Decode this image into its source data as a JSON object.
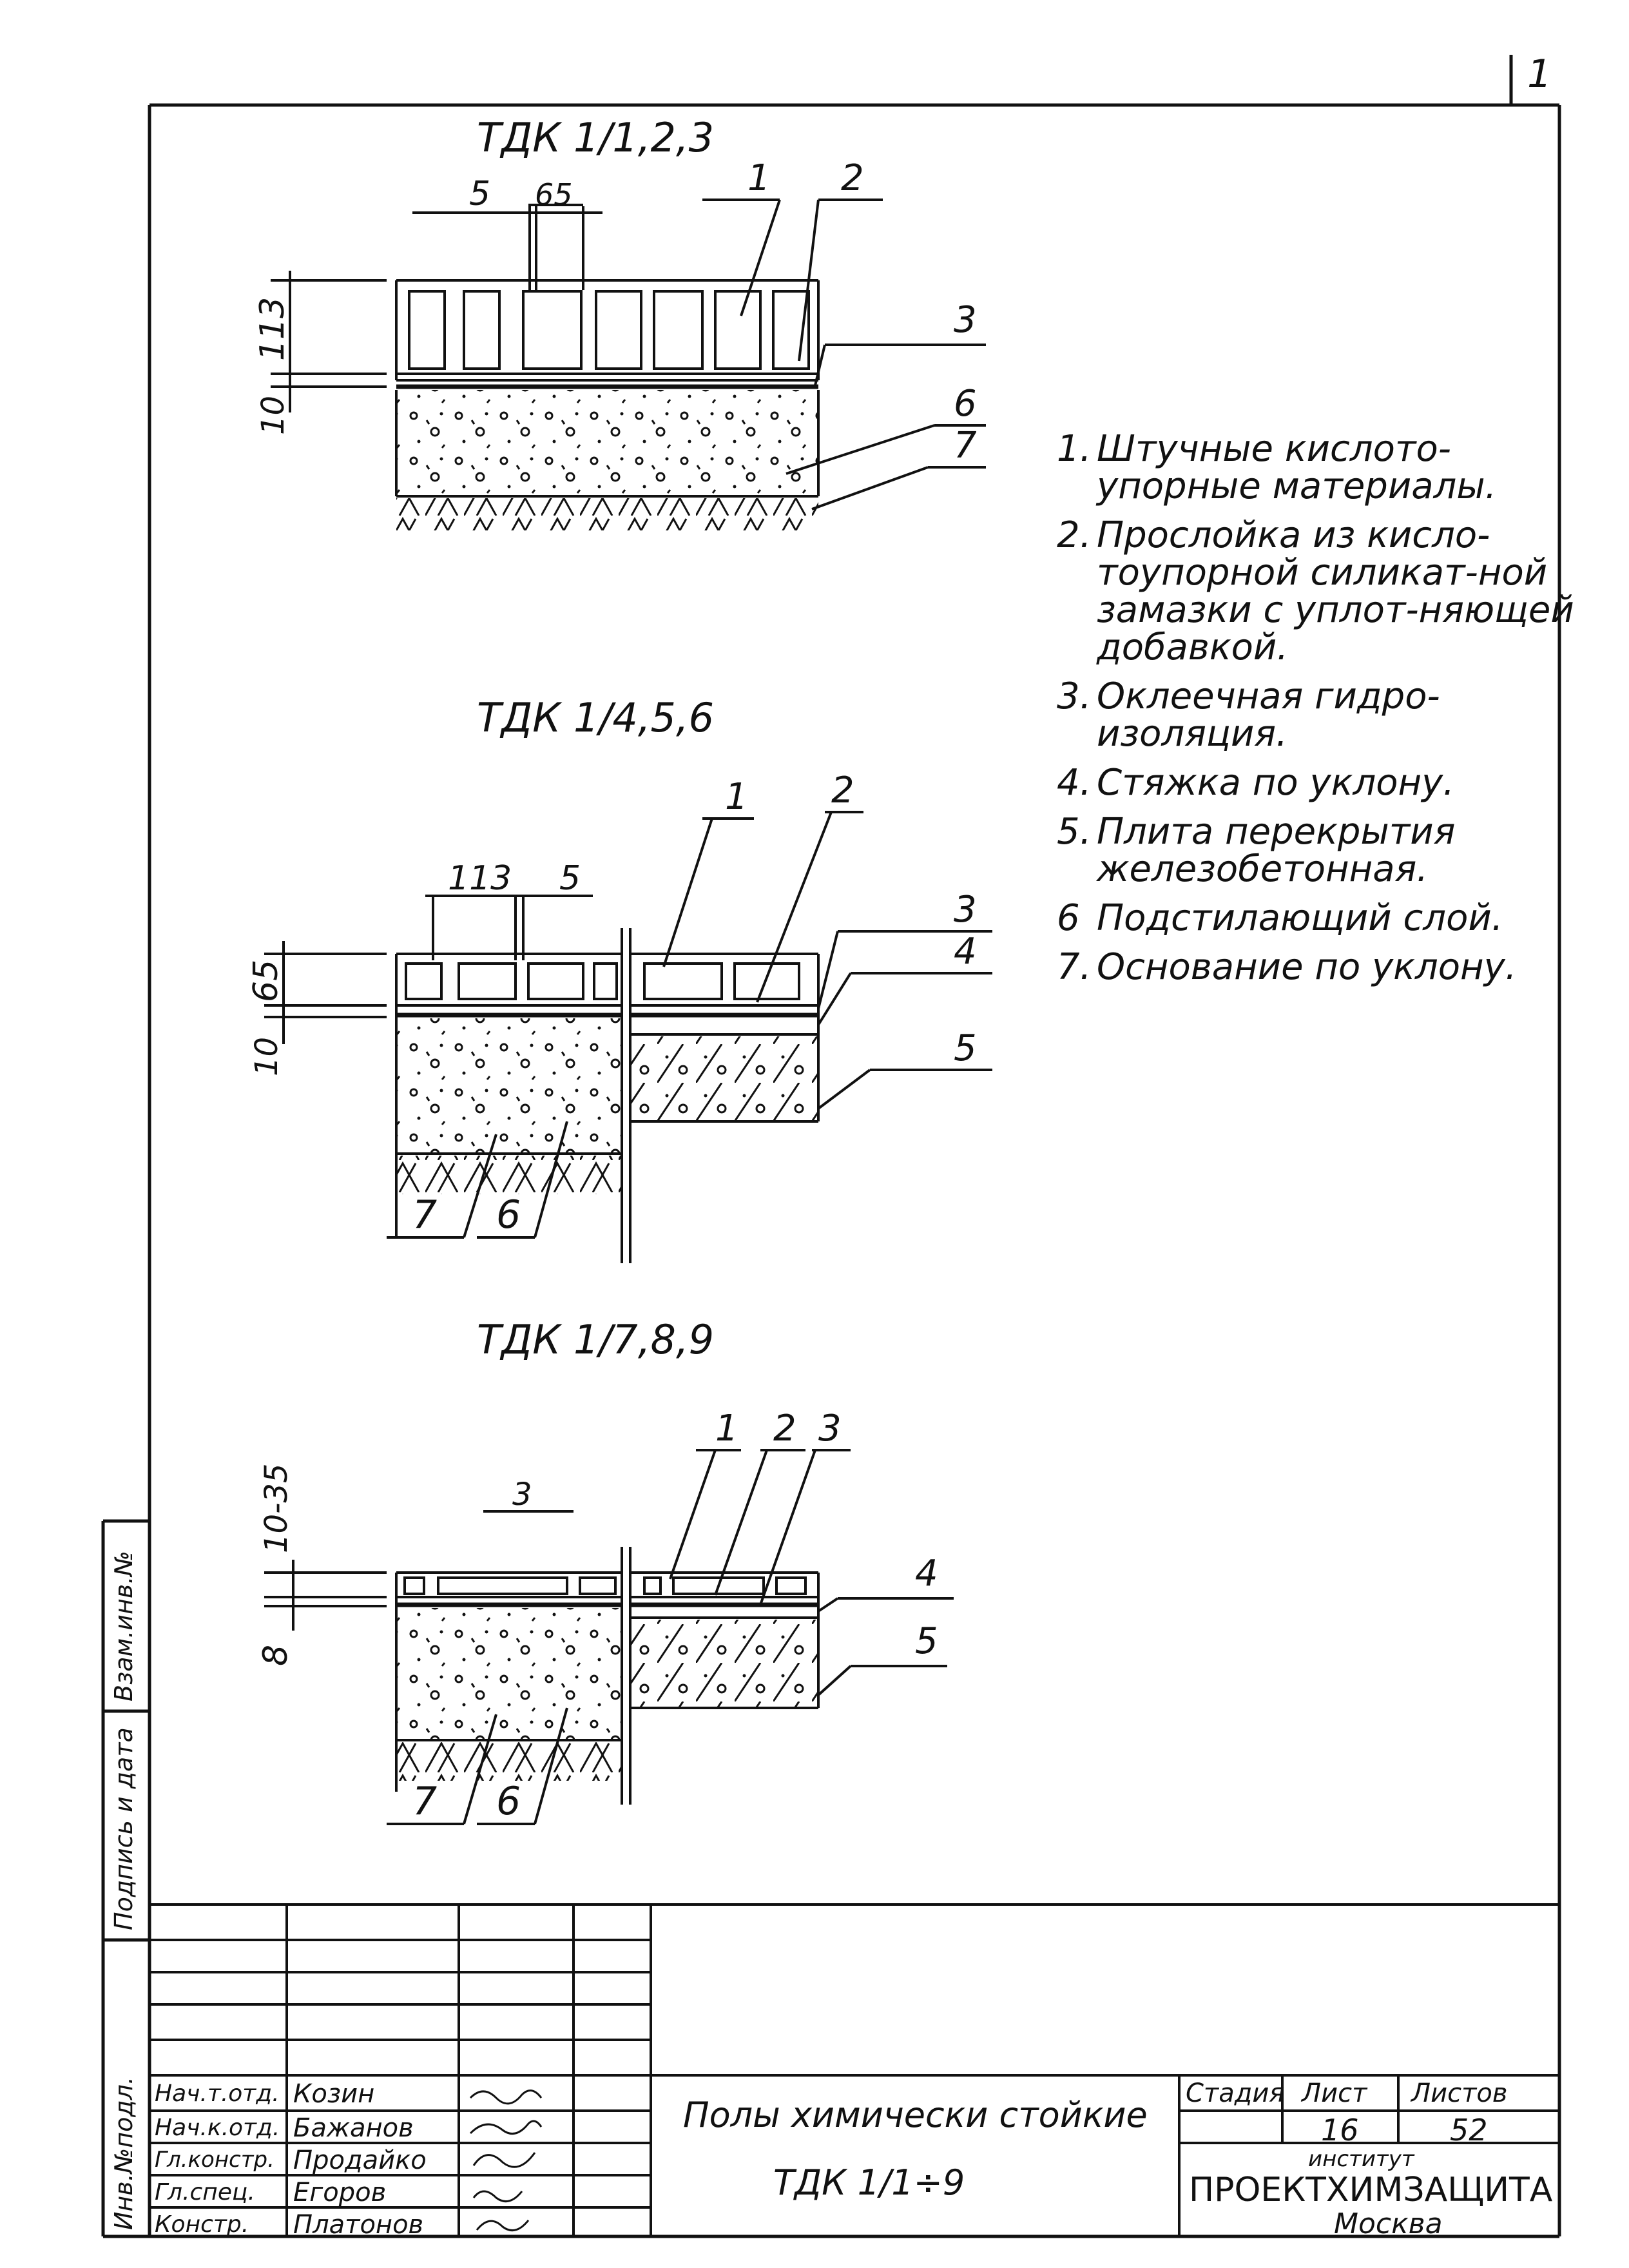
{
  "page_number": "1",
  "sections": [
    {
      "title": "ТДК 1/1,2,3",
      "dims": [
        "5",
        "65",
        "113",
        "10"
      ],
      "callouts": [
        "1",
        "2",
        "3",
        "6",
        "7"
      ]
    },
    {
      "title": "ТДК 1/4,5,6",
      "dims": [
        "113",
        "5",
        "65",
        "10"
      ],
      "callouts": [
        "1",
        "2",
        "3",
        "4",
        "5",
        "7",
        "6"
      ]
    },
    {
      "title": "ТДК 1/7,8,9",
      "dims": [
        "10-35",
        "8",
        "3"
      ],
      "callouts": [
        "1",
        "2",
        "3",
        "4",
        "5",
        "7",
        "6"
      ]
    }
  ],
  "legend": [
    {
      "n": "1.",
      "text": "Штучные кислото-упорные материалы."
    },
    {
      "n": "2.",
      "text": "Прослойка из кисло-тоупорной силикат-ной замазки с уплот-няющей добавкой."
    },
    {
      "n": "3.",
      "text": "Оклеечная гидро-изоляция."
    },
    {
      "n": "4.",
      "text": "Стяжка по уклону."
    },
    {
      "n": "5.",
      "text": "Плита перекрытия железобетонная."
    },
    {
      "n": "6",
      "text": "Подстилающий слой."
    },
    {
      "n": "7.",
      "text": "Основание по уклону."
    }
  ],
  "side_labels": [
    "Инв.№подл.",
    "Подпись и дата",
    "Взам.инв.№"
  ],
  "title_block": {
    "roles": [
      "Нач.т.отд.",
      "Нач.к.отд.",
      "Гл.констр.",
      "Гл.спец.",
      "Констр."
    ],
    "names": [
      "Козин",
      "Бажанов",
      "Продайко",
      "Егоров",
      "Платонов"
    ],
    "title": "Полы химически стойкие",
    "code": "ТДК 1/1÷9",
    "stage_label": "Стадия",
    "sheet_label": "Лист",
    "sheets_label": "Листов",
    "sheet": "16",
    "sheets": "52",
    "org_top": "институт",
    "org": "ПРОЕКТХИМЗАЩИТА",
    "city": "Москва"
  }
}
